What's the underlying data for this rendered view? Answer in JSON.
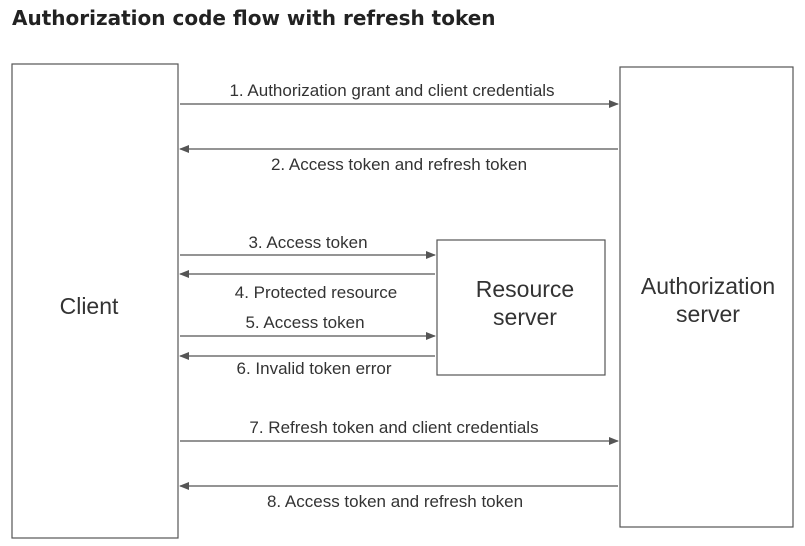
{
  "title": "Authorization code flow with refresh token",
  "participants": {
    "client": "Client",
    "resource_server": [
      "Resource",
      "server"
    ],
    "authorization_server": [
      "Authorization",
      "server"
    ]
  },
  "messages": [
    "1. Authorization grant and client credentials",
    "2. Access token and refresh token",
    "3. Access token",
    "4. Protected resource",
    "5. Access token",
    "6. Invalid token error",
    "7. Refresh token and client credentials",
    "8. Access token and refresh token"
  ],
  "colors": {
    "stroke": "#555555",
    "text": "#333333"
  }
}
